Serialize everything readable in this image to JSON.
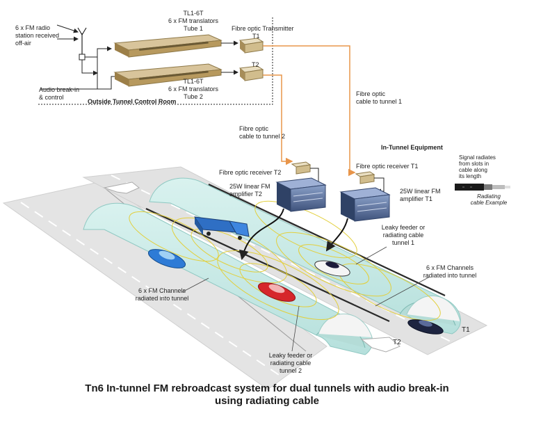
{
  "labels": {
    "fm_input": "6 x FM radio\nstation received\noff-air",
    "audio_breakin": "Audio break-in\n& control",
    "tl1_tube1": "TL1-6T\n6 x FM  translators\nTube 1",
    "tl1_tube2": "TL1-6T\n6 x FM  translators\nTube 2",
    "control_room": "Outside Tunnel Control Room",
    "fo_transmitter": "Fibre optic Transmitter",
    "t1_tx": "T1",
    "t2_tx": "T2",
    "fo_cable_t1": "Fibre optic\ncable to tunnel 1",
    "fo_cable_t2": "Fibre optic\ncable to tunnel 2",
    "in_tunnel_equipment": "In-Tunnel Equipment",
    "fo_receiver_t2": "Fibre optic receiver T2",
    "fo_receiver_t1": "Fibre optic receiver T1",
    "amp_t2": "25W linear FM\namplifier T2",
    "amp_t1": "25W linear FM\namplifier T1",
    "signal_radiates": "Signal radiates\nfrom slots in\ncable along\nits length",
    "radiating_example": "Radiating\ncable Example",
    "leaky_t1": "Leaky feeder or\nradiating cable\ntunnel 1",
    "fm_ch_t1": "6 x FM Channels\nradiated into tunnel",
    "fm_ch_t2": "6 x FM Channels\nradiated into tunnel",
    "leaky_t2": "Leaky feeder or\nradiating cable\ntunnel 2",
    "tunnel_t1": "T1",
    "tunnel_t2": "T2"
  },
  "caption": {
    "line1": "Tn6 In-tunnel FM rebroadcast system for dual tunnels with audio break-in",
    "line2": "using radiating cable"
  },
  "colors": {
    "fibre": "#f0a050",
    "tunnel": "#c9ece8",
    "road": "#e6e6e6",
    "yellow_rings": "#e6d23a",
    "rack_blue": "#5a6e9a",
    "translator": "#c9b287"
  }
}
